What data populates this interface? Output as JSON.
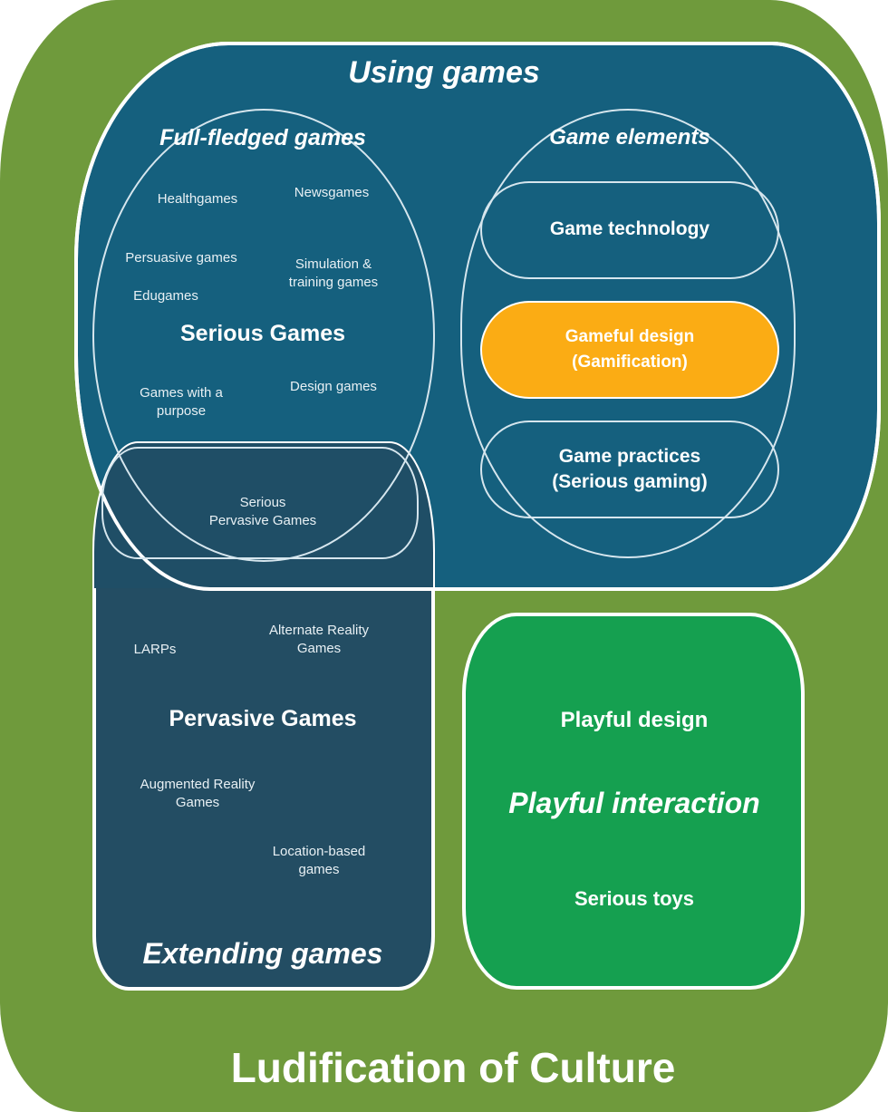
{
  "colors": {
    "background_green": "#6f9a3c",
    "using_games_blue": "#15607e",
    "extending_games_navy": "#234d63",
    "overlap_navy": "#1f4e66",
    "playful_green": "#15a050",
    "gameful_orange": "#fbac14",
    "outline_white": "#ffffff"
  },
  "outer": {
    "label": "Ludification of Culture"
  },
  "using_games": {
    "title": "Using games",
    "full_fledged": {
      "title": "Full-fledged games",
      "items": {
        "healthgames": "Healthgames",
        "newsgames": "Newsgames",
        "persuasive": "Persuasive games",
        "simulation": [
          "Simulation &",
          "training games"
        ],
        "edugames": "Edugames",
        "with_purpose": [
          "Games with a",
          "purpose"
        ],
        "design": "Design games"
      },
      "center_label": "Serious Games"
    },
    "game_elements": {
      "title": "Game elements",
      "technology": "Game technology",
      "gameful": [
        "Gameful design",
        "(Gamification)"
      ],
      "practices": [
        "Game practices",
        "(Serious gaming)"
      ]
    }
  },
  "overlap": {
    "label": [
      "Serious",
      "Pervasive Games"
    ]
  },
  "extending_games": {
    "title": "Extending games",
    "center_label": "Pervasive Games",
    "items": {
      "larps": "LARPs",
      "arg": [
        "Alternate Reality",
        "Games"
      ],
      "ar": [
        "Augmented Reality",
        "Games"
      ],
      "location": [
        "Location-based",
        "games"
      ]
    }
  },
  "playful": {
    "design": "Playful design",
    "interaction": "Playful interaction",
    "toys": "Serious toys"
  }
}
